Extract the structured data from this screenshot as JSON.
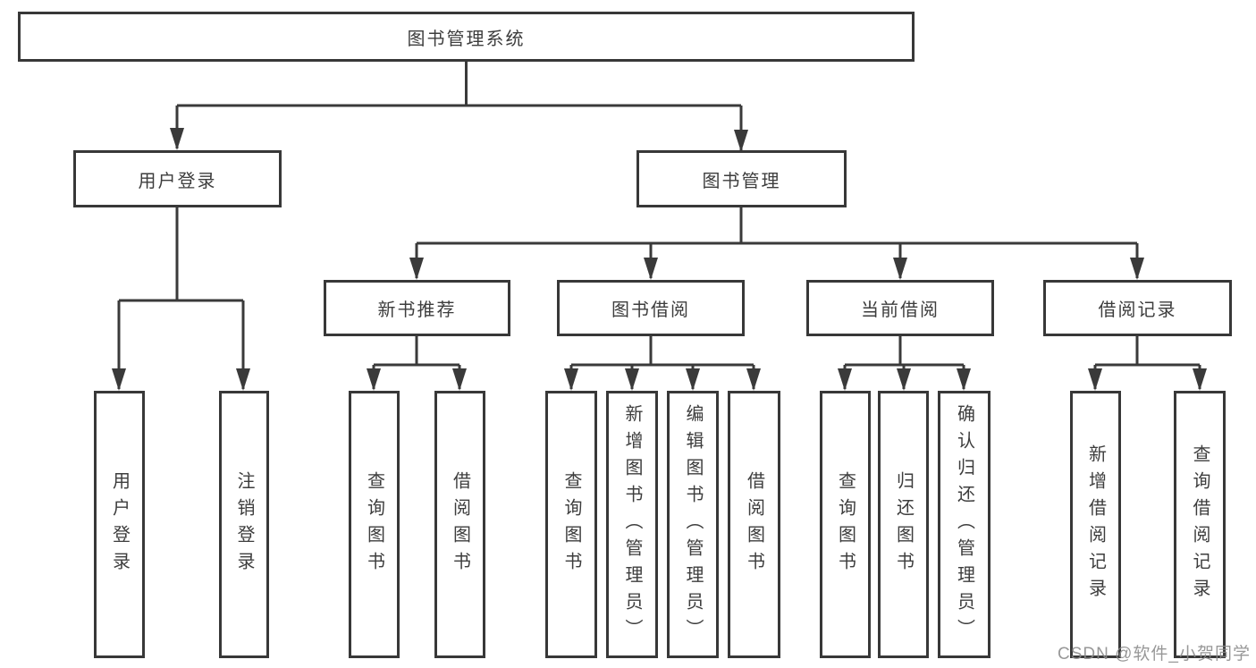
{
  "diagram": {
    "nodes": {
      "root": "图书管理系统",
      "user_login": "用户登录",
      "book_mgmt": "图书管理",
      "new_book_rec": "新书推荐",
      "book_borrow": "图书借阅",
      "current_borrow": "当前借阅",
      "borrow_records": "借阅记录",
      "leaf_user_login": "用户登录",
      "leaf_logout": "注销登录",
      "leaf_nbr_query": "查询图书",
      "leaf_nbr_borrow": "借阅图书",
      "leaf_bb_query": "查询图书",
      "leaf_bb_add": "新增图书（管理员）",
      "leaf_bb_edit": "编辑图书（管理员）",
      "leaf_bb_borrow": "借阅图书",
      "leaf_cb_query": "查询图书",
      "leaf_cb_return": "归还图书",
      "leaf_cb_confirm": "确认归还（管理员）",
      "leaf_br_add": "新增借阅记录",
      "leaf_br_query": "查询借阅记录"
    },
    "colors": {
      "line": "#3a3a3a",
      "border": "#383838",
      "text": "#3d3d3d",
      "background": "#ffffff",
      "watermark": "#8a8a8a"
    }
  },
  "watermark": {
    "text": "CSDN @软件_小贺同学"
  }
}
